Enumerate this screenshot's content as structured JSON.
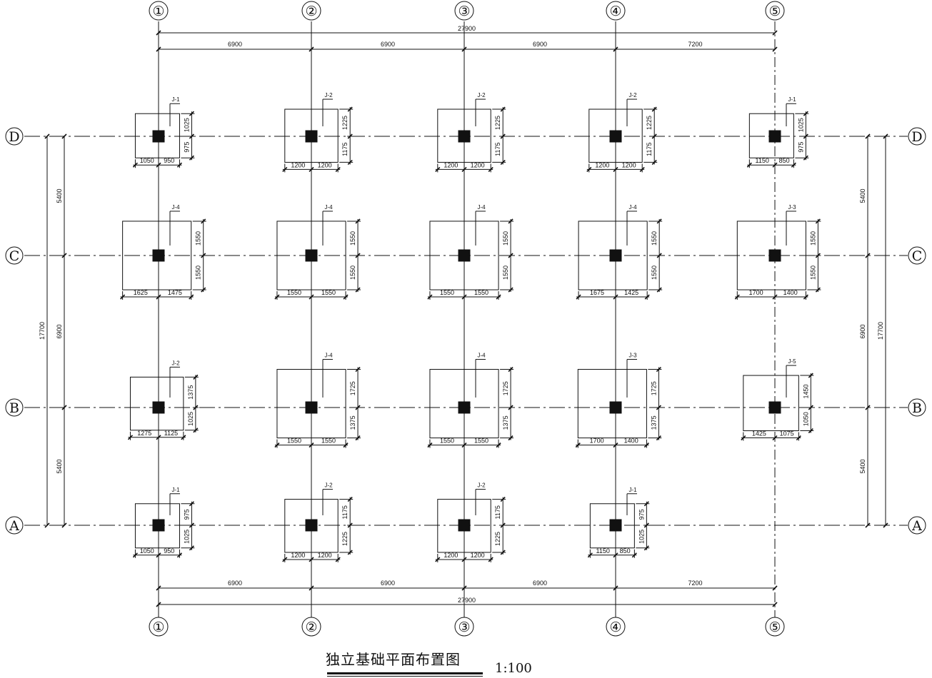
{
  "plan": {
    "title": "独立基础平面布置图",
    "scale": "1:100",
    "axes_x": [
      "①",
      "②",
      "③",
      "④",
      "⑤"
    ],
    "axes_y_top_to_bottom": [
      "D",
      "C",
      "B",
      "A"
    ],
    "dim_overall_x": "27900",
    "dims_x": [
      "6900",
      "6900",
      "6900",
      "7200"
    ],
    "dim_overall_y": "17700",
    "dims_y_top_to_bottom": [
      "5400",
      "6900",
      "5400"
    ],
    "footings": [
      {
        "axis_x": "①",
        "axis_y": "D",
        "tag": "J-1",
        "dims_x": [
          "1050",
          "950"
        ],
        "dims_y": [
          "1025",
          "975"
        ]
      },
      {
        "axis_x": "②",
        "axis_y": "D",
        "tag": "J-2",
        "dims_x": [
          "1200",
          "1200"
        ],
        "dims_y": [
          "1225",
          "1175"
        ]
      },
      {
        "axis_x": "③",
        "axis_y": "D",
        "tag": "J-2",
        "dims_x": [
          "1200",
          "1200"
        ],
        "dims_y": [
          "1225",
          "1175"
        ]
      },
      {
        "axis_x": "④",
        "axis_y": "D",
        "tag": "J-2",
        "dims_x": [
          "1200",
          "1200"
        ],
        "dims_y": [
          "1225",
          "1175"
        ]
      },
      {
        "axis_x": "⑤",
        "axis_y": "D",
        "tag": "J-1",
        "dims_x": [
          "1150",
          "850"
        ],
        "dims_y": [
          "1025",
          "975"
        ]
      },
      {
        "axis_x": "①",
        "axis_y": "C",
        "tag": "J-4",
        "dims_x": [
          "1625",
          "1475"
        ],
        "dims_y": [
          "1550",
          "1550"
        ]
      },
      {
        "axis_x": "②",
        "axis_y": "C",
        "tag": "J-4",
        "dims_x": [
          "1550",
          "1550"
        ],
        "dims_y": [
          "1550",
          "1550"
        ]
      },
      {
        "axis_x": "③",
        "axis_y": "C",
        "tag": "J-4",
        "dims_x": [
          "1550",
          "1550"
        ],
        "dims_y": [
          "1550",
          "1550"
        ]
      },
      {
        "axis_x": "④",
        "axis_y": "C",
        "tag": "J-4",
        "dims_x": [
          "1675",
          "1425"
        ],
        "dims_y": [
          "1550",
          "1550"
        ]
      },
      {
        "axis_x": "⑤",
        "axis_y": "C",
        "tag": "J-3",
        "dims_x": [
          "1700",
          "1400"
        ],
        "dims_y": [
          "1550",
          "1550"
        ]
      },
      {
        "axis_x": "①",
        "axis_y": "B",
        "tag": "J-2",
        "dims_x": [
          "1275",
          "1125"
        ],
        "dims_y": [
          "1375",
          "1025"
        ]
      },
      {
        "axis_x": "②",
        "axis_y": "B",
        "tag": "J-4",
        "dims_x": [
          "1550",
          "1550"
        ],
        "dims_y": [
          "1725",
          "1375"
        ]
      },
      {
        "axis_x": "③",
        "axis_y": "B",
        "tag": "J-4",
        "dims_x": [
          "1550",
          "1550"
        ],
        "dims_y": [
          "1725",
          "1375"
        ]
      },
      {
        "axis_x": "④",
        "axis_y": "B",
        "tag": "J-3",
        "dims_x": [
          "1700",
          "1400"
        ],
        "dims_y": [
          "1725",
          "1375"
        ]
      },
      {
        "axis_x": "⑤",
        "axis_y": "B",
        "tag": "J-5",
        "dims_x": [
          "1425",
          "1075"
        ],
        "dims_y": [
          "1450",
          "1050"
        ]
      },
      {
        "axis_x": "①",
        "axis_y": "A",
        "tag": "J-1",
        "dims_x": [
          "1050",
          "950"
        ],
        "dims_y": [
          "975",
          "1025"
        ]
      },
      {
        "axis_x": "②",
        "axis_y": "A",
        "tag": "J-2",
        "dims_x": [
          "1200",
          "1200"
        ],
        "dims_y": [
          "1175",
          "1225"
        ]
      },
      {
        "axis_x": "③",
        "axis_y": "A",
        "tag": "J-2",
        "dims_x": [
          "1200",
          "1200"
        ],
        "dims_y": [
          "1175",
          "1225"
        ]
      },
      {
        "axis_x": "④",
        "axis_y": "A",
        "tag": "J-1",
        "dims_x": [
          "1150",
          "850"
        ],
        "dims_y": [
          "975",
          "1025"
        ]
      }
    ]
  }
}
